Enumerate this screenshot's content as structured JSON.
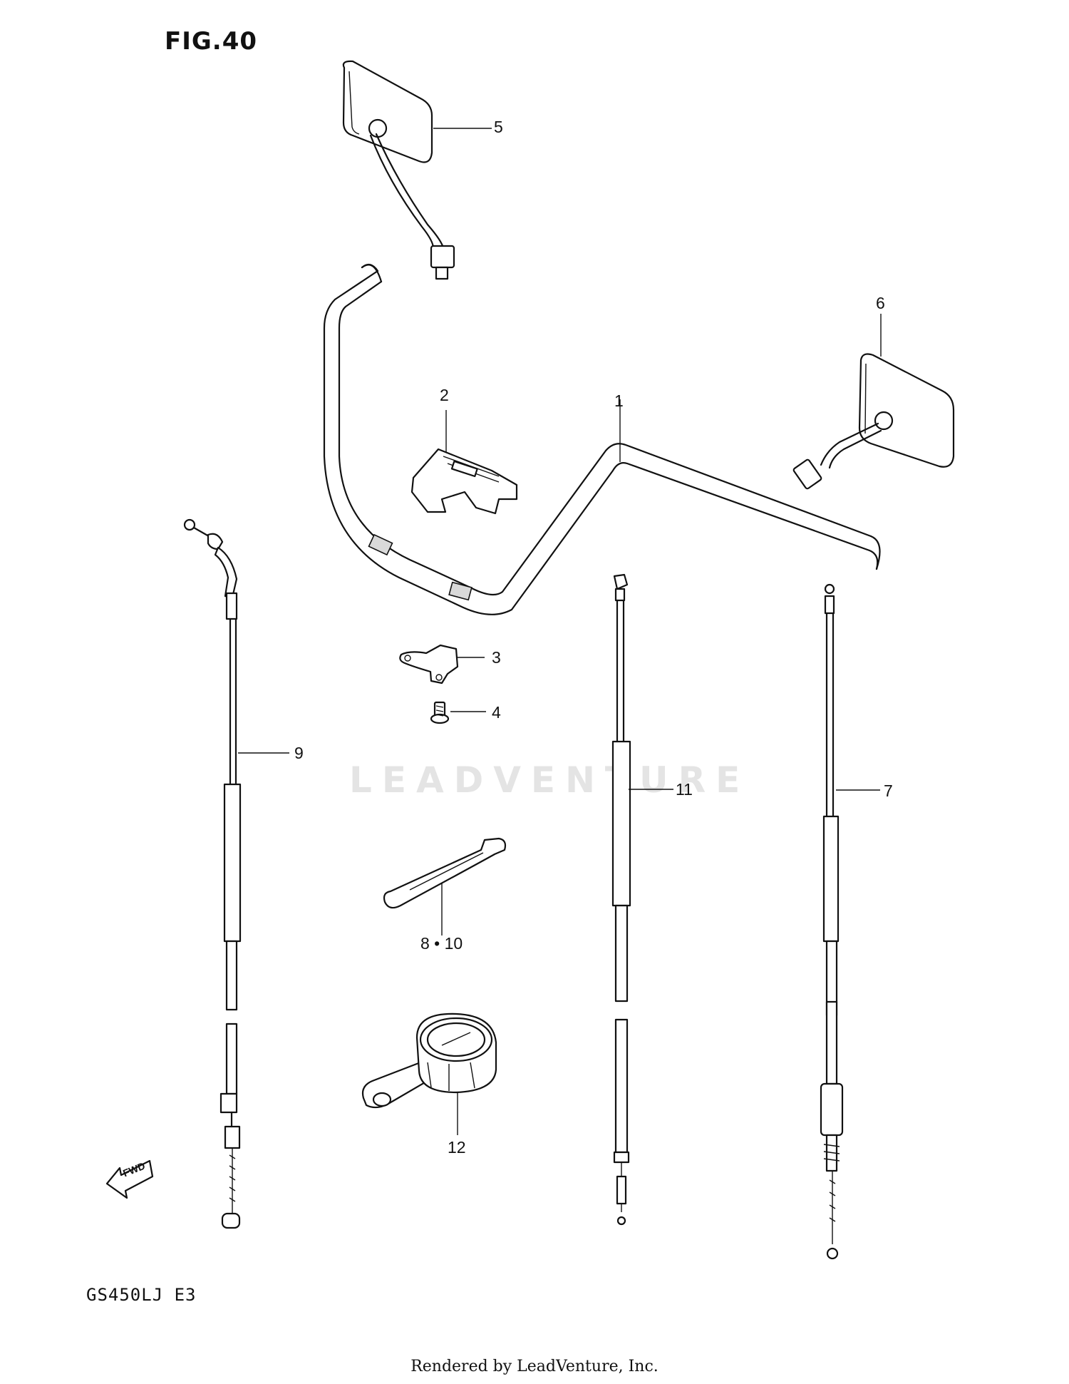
{
  "figure": {
    "title": "FIG.40",
    "model_code": "GS450LJ  E3"
  },
  "callouts": [
    {
      "id": "c1",
      "label": "1"
    },
    {
      "id": "c2",
      "label": "2"
    },
    {
      "id": "c3",
      "label": "3"
    },
    {
      "id": "c4",
      "label": "4"
    },
    {
      "id": "c5",
      "label": "5"
    },
    {
      "id": "c6",
      "label": "6"
    },
    {
      "id": "c7",
      "label": "7"
    },
    {
      "id": "c8_10",
      "label": "8 • 10"
    },
    {
      "id": "c9",
      "label": "9"
    },
    {
      "id": "c11",
      "label": "11"
    },
    {
      "id": "c12",
      "label": "12"
    }
  ],
  "direction_marker": "FWD",
  "watermark": "LEADVENTURE",
  "footer": "Rendered by LeadVenture, Inc."
}
